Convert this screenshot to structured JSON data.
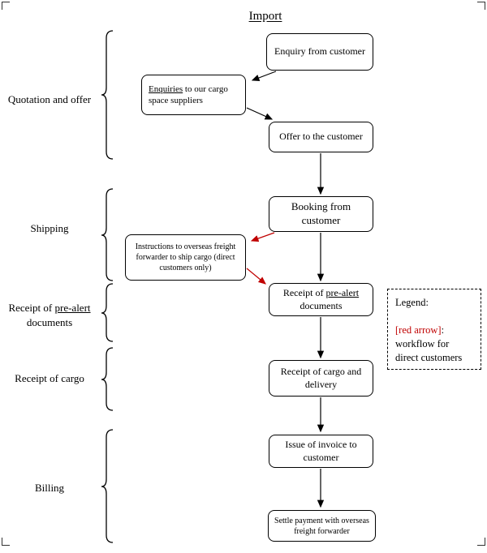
{
  "title": "Import",
  "sections": {
    "quotation": "Quotation and offer",
    "shipping": "Shipping",
    "prealert_prefix": "Receipt of ",
    "prealert_underlined": "pre-alert",
    "prealert_line2": "documents",
    "cargo": "Receipt of cargo",
    "billing": "Billing"
  },
  "boxes": {
    "enquiry": "Enquiry from customer",
    "enquiries_underlined": "Enquiries",
    "enquiries_rest": " to our cargo space suppliers",
    "offer": "Offer to the customer",
    "booking": "Booking from customer",
    "instructions": "Instructions to overseas freight forwarder to ship cargo (direct customers only)",
    "prealert_prefix": "Receipt of ",
    "prealert_underlined": "pre-alert",
    "prealert_suffix": " documents",
    "cargo_delivery": "Receipt of cargo and delivery",
    "invoice": "Issue of invoice to customer",
    "settle": "Settle payment with overseas freight forwarder"
  },
  "legend": {
    "title": "Legend:",
    "red_text": "[red arrow]",
    "colon": ":",
    "line2": "workflow for",
    "line3": "direct customers"
  },
  "colors": {
    "black": "#000000",
    "red": "#c00000"
  }
}
